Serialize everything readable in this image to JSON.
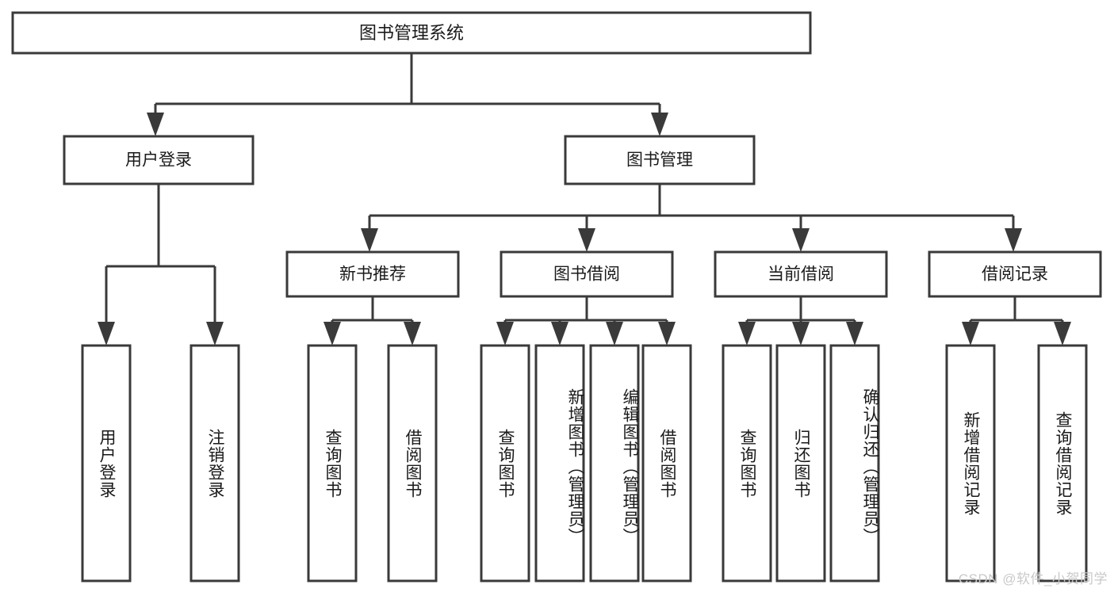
{
  "diagram": {
    "type": "tree",
    "title": "图书管理系统",
    "watermark": "CSDN @软件_小贺同学",
    "root": {
      "id": "root",
      "label": "图书管理系统"
    },
    "level2": [
      {
        "id": "user-login",
        "label": "用户登录"
      },
      {
        "id": "book-manage",
        "label": "图书管理"
      }
    ],
    "level3": [
      {
        "id": "new-book-rec",
        "label": "新书推荐",
        "parent": "book-manage"
      },
      {
        "id": "book-borrow",
        "label": "图书借阅",
        "parent": "book-manage"
      },
      {
        "id": "current-borrow",
        "label": "当前借阅",
        "parent": "book-manage"
      },
      {
        "id": "borrow-record",
        "label": "借阅记录",
        "parent": "book-manage"
      }
    ],
    "leaves": [
      {
        "id": "leaf-user-login",
        "label": "用户登录",
        "parent": "user-login"
      },
      {
        "id": "leaf-logout",
        "label": "注销登录",
        "parent": "user-login"
      },
      {
        "id": "leaf-query-book-1",
        "label": "查询图书",
        "parent": "new-book-rec"
      },
      {
        "id": "leaf-borrow-book-1",
        "label": "借阅图书",
        "parent": "new-book-rec"
      },
      {
        "id": "leaf-query-book-2",
        "label": "查询图书",
        "parent": "book-borrow"
      },
      {
        "id": "leaf-add-book",
        "label": "新增图书（管理员）",
        "parent": "book-borrow"
      },
      {
        "id": "leaf-edit-book",
        "label": "编辑图书（管理员）",
        "parent": "book-borrow"
      },
      {
        "id": "leaf-borrow-book-2",
        "label": "借阅图书",
        "parent": "book-borrow"
      },
      {
        "id": "leaf-query-book-3",
        "label": "查询图书",
        "parent": "current-borrow"
      },
      {
        "id": "leaf-return-book",
        "label": "归还图书",
        "parent": "current-borrow"
      },
      {
        "id": "leaf-confirm-return",
        "label": "确认归还（管理员）",
        "parent": "current-borrow"
      },
      {
        "id": "leaf-add-record",
        "label": "新增借阅记录",
        "parent": "borrow-record"
      },
      {
        "id": "leaf-query-record",
        "label": "查询借阅记录",
        "parent": "borrow-record"
      }
    ],
    "colors": {
      "stroke": "#3a3a3a",
      "fill": "#ffffff",
      "text": "#1a1a1a",
      "watermark": "#c9c9c9",
      "background": "#ffffff"
    }
  }
}
